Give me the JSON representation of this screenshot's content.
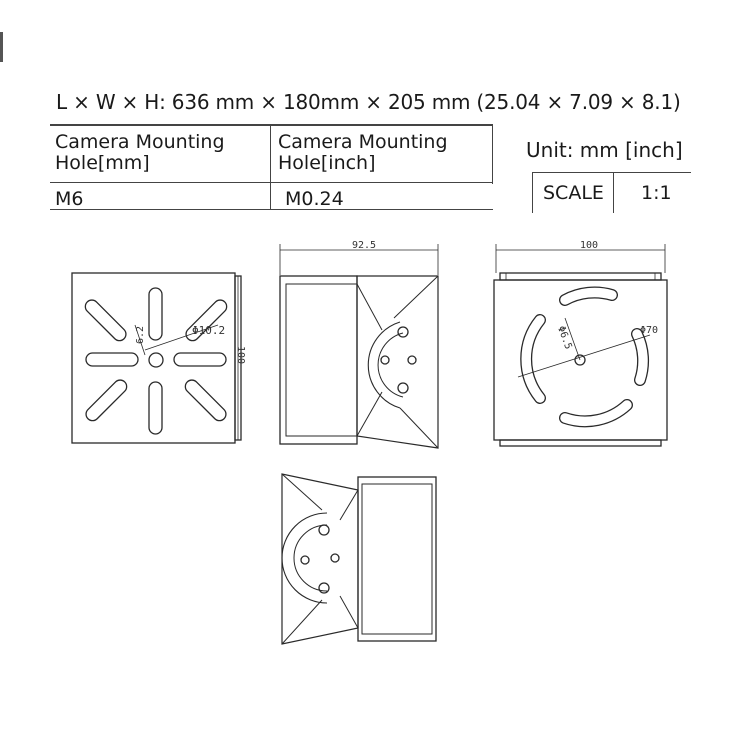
{
  "header": {
    "dimensions": "L × W × H: 636 mm × 180mm × 205 mm (25.04 × 7.09 × 8.1)"
  },
  "spec_table": {
    "headers": [
      "Camera Mounting\nHole[mm]",
      "Camera Mounting\nHole[inch]"
    ],
    "header_lines": [
      [
        "Camera Mounting",
        "Hole[mm]"
      ],
      [
        "Camera Mounting",
        "Hole[inch]"
      ]
    ],
    "row": [
      "M6",
      "M0.24"
    ]
  },
  "unit": "Unit: mm [inch]",
  "scale": {
    "label": "SCALE",
    "value": "1:1"
  },
  "annotations": {
    "front_hole_dia": "Φ10.2",
    "front_slot_width": "6.2",
    "front_height": "100",
    "side_width": "92.5",
    "rear_width": "100",
    "rear_small_dia": "Φ6.5",
    "rear_circle_dia": "Φ70"
  }
}
